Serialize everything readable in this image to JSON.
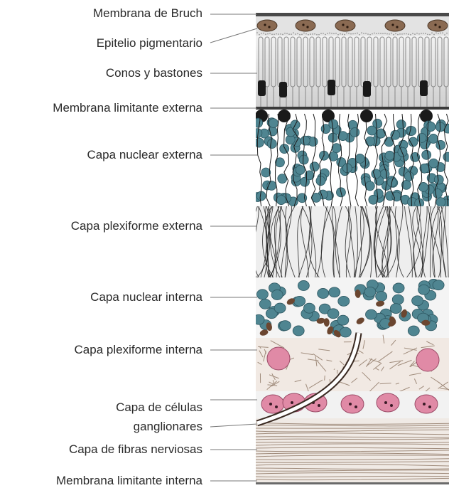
{
  "diagram": {
    "labels": [
      {
        "id": "bruch",
        "text": "Membrana de Bruch"
      },
      {
        "id": "epitelio",
        "text": "Epitelio pigmentario"
      },
      {
        "id": "conos",
        "text": "Conos y bastones"
      },
      {
        "id": "mle",
        "text": "Membrana limitante externa"
      },
      {
        "id": "cne",
        "text": "Capa nuclear externa"
      },
      {
        "id": "cpe",
        "text": "Capa plexiforme externa"
      },
      {
        "id": "cni",
        "text": "Capa nuclear interna"
      },
      {
        "id": "cpi",
        "text": "Capa plexiforme interna"
      },
      {
        "id": "ccg1",
        "text": "Capa de células"
      },
      {
        "id": "ccg2",
        "text": "ganglionares"
      },
      {
        "id": "cfn",
        "text": "Capa de fibras nerviosas"
      },
      {
        "id": "mli",
        "text": "Membrana limitante interna"
      }
    ],
    "colors": {
      "label_text": "#2a2a2a",
      "leader_line": "#777777",
      "photoreceptor_bg": "#e8e8e8",
      "pigment_cell": "#8a6a52",
      "nucleus_teal": "#4f8591",
      "fiber_dark": "#222222",
      "fiber_brown": "#a08c7c",
      "ganglion_pink": "#e08aa6",
      "interneuron_brown": "#6b4630"
    }
  }
}
